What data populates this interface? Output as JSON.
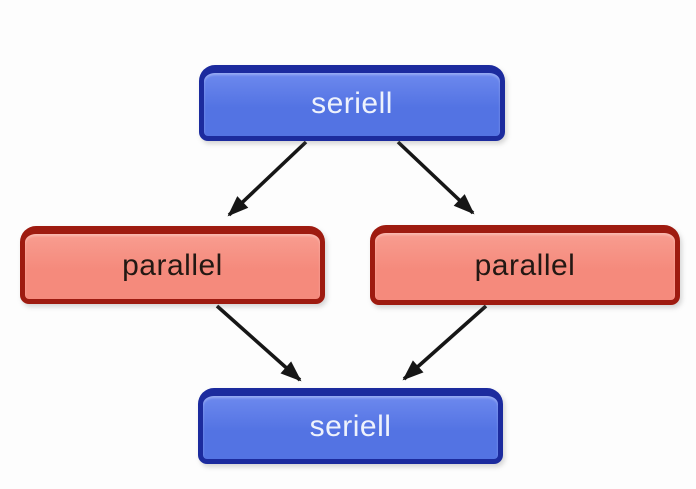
{
  "diagram": {
    "background": "#fdfdfd",
    "arrow_color": "#161616",
    "nodes": [
      {
        "id": "seriell-top",
        "label": "seriell",
        "kind": "seriell",
        "fill": "#5373e3",
        "fill_highlight": "#6d89ee",
        "border": "#1c2b9e",
        "text_color": "#eef2fc"
      },
      {
        "id": "parallel-left",
        "label": "parallel",
        "kind": "parallel",
        "fill": "#f58a7c",
        "fill_highlight": "#f89d90",
        "border": "#9e1b10",
        "text_color": "#231813"
      },
      {
        "id": "parallel-right",
        "label": "parallel",
        "kind": "parallel",
        "fill": "#f58a7c",
        "fill_highlight": "#f89d90",
        "border": "#9e1b10",
        "text_color": "#231813"
      },
      {
        "id": "seriell-bottom",
        "label": "seriell",
        "kind": "seriell",
        "fill": "#5373e3",
        "fill_highlight": "#6d89ee",
        "border": "#1c2b9e",
        "text_color": "#eef2fc"
      }
    ],
    "edges": [
      {
        "from": "seriell-top",
        "to": "parallel-left"
      },
      {
        "from": "seriell-top",
        "to": "parallel-right"
      },
      {
        "from": "parallel-left",
        "to": "seriell-bottom"
      },
      {
        "from": "parallel-right",
        "to": "seriell-bottom"
      }
    ]
  }
}
